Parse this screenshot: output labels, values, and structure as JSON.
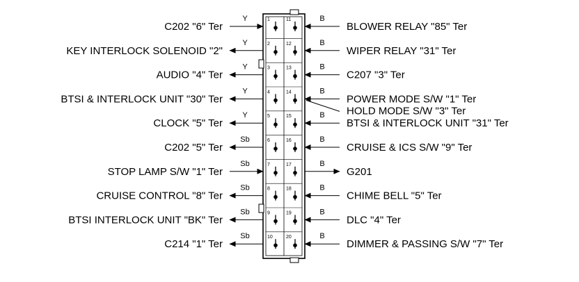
{
  "connector": {
    "left_pins": [
      {
        "pin": "1",
        "wire": "Y",
        "label": "C202 \"6\" Ter",
        "direction": "in"
      },
      {
        "pin": "2",
        "wire": "Y",
        "label": "KEY INTERLOCK SOLENOID \"2\"",
        "direction": "out"
      },
      {
        "pin": "3",
        "wire": "Y",
        "label": "AUDIO \"4\" Ter",
        "direction": "out"
      },
      {
        "pin": "4",
        "wire": "Y",
        "label": "BTSI & INTERLOCK UNIT \"30\" Ter",
        "direction": "out"
      },
      {
        "pin": "5",
        "wire": "Y",
        "label": "CLOCK \"5\" Ter",
        "direction": "out"
      },
      {
        "pin": "6",
        "wire": "Sb",
        "label": "C202 \"5\" Ter",
        "direction": "out"
      },
      {
        "pin": "7",
        "wire": "Sb",
        "label": "STOP LAMP S/W \"1\" Ter",
        "direction": "in"
      },
      {
        "pin": "8",
        "wire": "Sb",
        "label": "CRUISE CONTROL \"8\" Ter",
        "direction": "out"
      },
      {
        "pin": "9",
        "wire": "Sb",
        "label": "BTSI INTERLOCK UNIT \"BK\" Ter",
        "direction": "out"
      },
      {
        "pin": "10",
        "wire": "Sb",
        "label": "C214 \"1\" Ter",
        "direction": "out"
      }
    ],
    "right_pins": [
      {
        "pin": "11",
        "wire": "B",
        "label": "BLOWER RELAY \"85\" Ter",
        "direction": "in"
      },
      {
        "pin": "12",
        "wire": "B",
        "label": "WIPER RELAY \"31\" Ter",
        "direction": "in"
      },
      {
        "pin": "13",
        "wire": "B",
        "label": "C207 \"3\" Ter",
        "direction": "in"
      },
      {
        "pin": "14",
        "wire": "B",
        "label": "POWER MODE S/W \"1\" Ter",
        "direction": "in",
        "extra_label": "HOLD MODE S/W \"3\" Ter"
      },
      {
        "pin": "15",
        "wire": "B",
        "label": "BTSI & INTERLOCK UNIT \"31\" Ter",
        "direction": "in"
      },
      {
        "pin": "16",
        "wire": "B",
        "label": "CRUISE & ICS S/W \"9\" Ter",
        "direction": "in"
      },
      {
        "pin": "17",
        "wire": "B",
        "label": "G201",
        "direction": "out"
      },
      {
        "pin": "18",
        "wire": "B",
        "label": "CHIME BELL \"5\" Ter",
        "direction": "in"
      },
      {
        "pin": "19",
        "wire": "B",
        "label": "DLC \"4\" Ter",
        "direction": "in"
      },
      {
        "pin": "20",
        "wire": "B",
        "label": "DIMMER & PASSING S/W \"7\" Ter",
        "direction": "in"
      }
    ]
  }
}
